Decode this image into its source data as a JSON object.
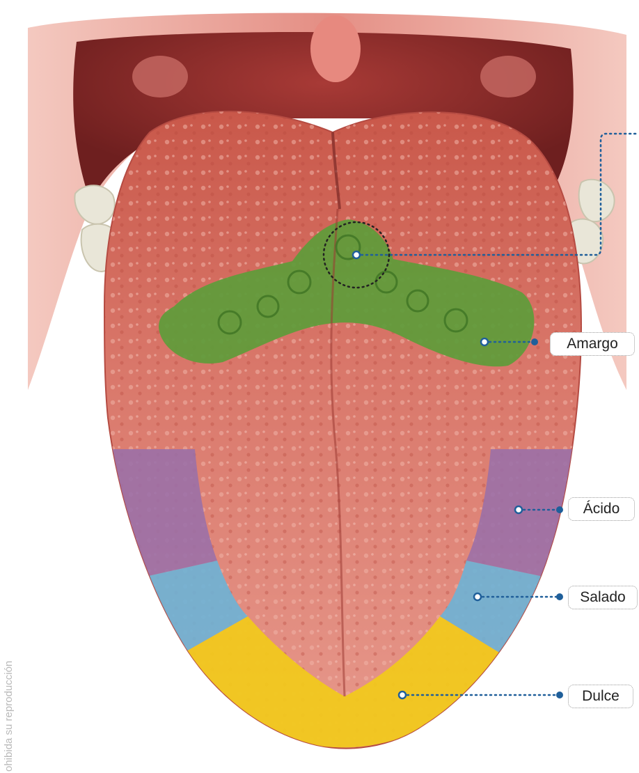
{
  "diagram": {
    "labels": {
      "amargo": "Amargo",
      "acido": "Ácido",
      "salado": "Salado",
      "dulce": "Dulce"
    },
    "zone_colors": {
      "amargo": "#5f9c3a",
      "acido": "#9a6fa8",
      "salado": "#6db3d6",
      "dulce": "#f1c81e"
    },
    "leader_color": "#1f5f9a"
  },
  "side_note": "ohibida su reproducción"
}
